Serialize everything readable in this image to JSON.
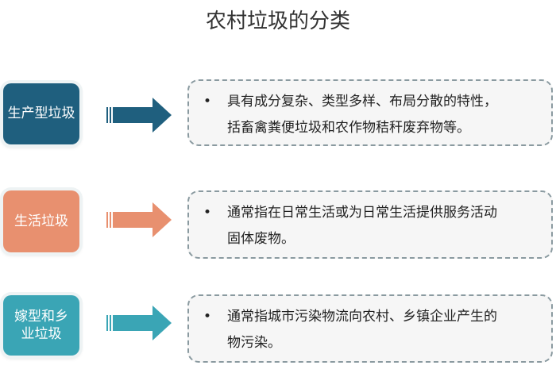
{
  "title": "农村垃圾的分类",
  "rows": [
    {
      "label_lines": [
        "生产型垃圾"
      ],
      "color": "#1f5f7e",
      "line1": "具有成分复杂、类型多样、布局分散的特性，",
      "line2": "括畜禽粪便垃圾和农作物秸秆废弃物等。"
    },
    {
      "label_lines": [
        "生活垃圾"
      ],
      "color": "#e8906f",
      "line1": "通常指在日常生活或为日常生活提供服务活动",
      "line2": "固体废物。"
    },
    {
      "label_lines": [
        "嫁型和乡",
        "业垃圾"
      ],
      "color": "#3aa5b5",
      "line1": "通常指城市污染物流向农村、乡镇企业产生的",
      "line2": "物污染。"
    }
  ],
  "bullet": "•"
}
